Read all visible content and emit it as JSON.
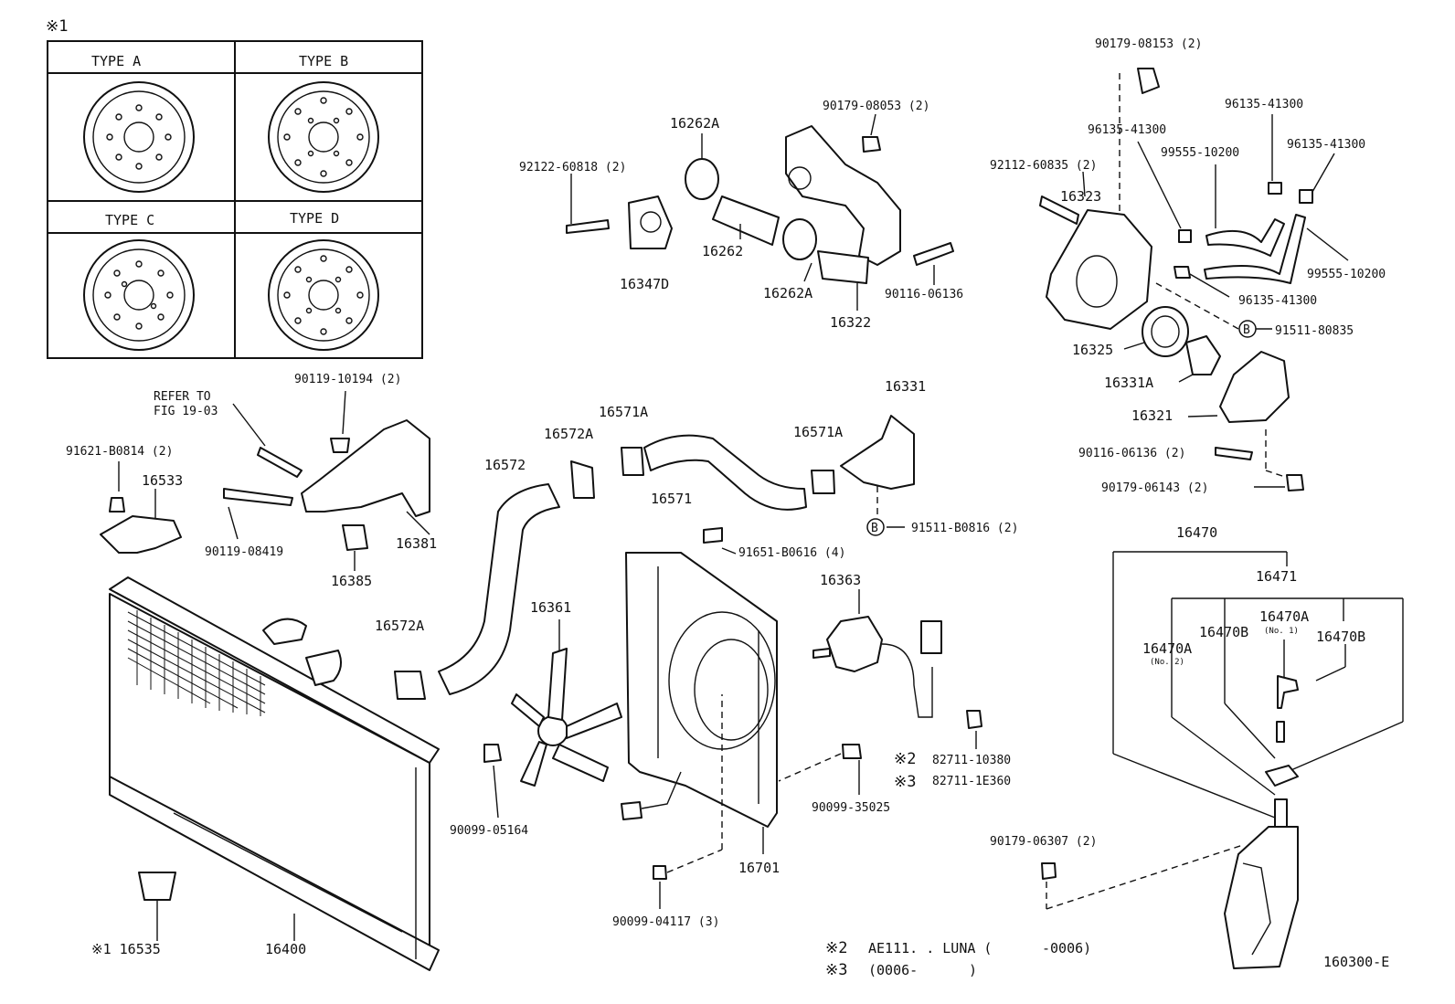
{
  "type_box": {
    "note": "※1",
    "types": [
      "TYPE A",
      "TYPE B",
      "TYPE C",
      "TYPE D"
    ]
  },
  "labels": {
    "p90179_08153": "90179-08153 (2)",
    "p96135_41300_a": "96135-41300",
    "p96135_41300_b": "96135-41300",
    "p96135_41300_c": "96135-41300",
    "p96135_41300_d": "96135-41300",
    "p99555_10200_a": "99555-10200",
    "p99555_10200_b": "99555-10200",
    "p92112_60835": "92112-60835 (2)",
    "p16323": "16323",
    "p91511_80835": "91511-80835",
    "p16325": "16325",
    "p16331A": "16331A",
    "p16321": "16321",
    "p90116_06136_b": "90116-06136 (2)",
    "p90179_06143": "90179-06143 (2)",
    "p16262A_a": "16262A",
    "p16262A_b": "16262A",
    "p90179_08053": "90179-08053 (2)",
    "p92122_60818": "92122-60818 (2)",
    "p16262": "16262",
    "p16347D": "16347D",
    "p90116_06136_a": "90116-06136",
    "p16322": "16322",
    "refer_1": "REFER TO",
    "refer_2": "FIG 19-03",
    "p90119_10194": "90119-10194 (2)",
    "p91621_B0814": "91621-B0814 (2)",
    "p16533": "16533",
    "p90119_08419": "90119-08419",
    "p16385": "16385",
    "p16381": "16381",
    "p16571A_a": "16571A",
    "p16571A_b": "16571A",
    "p16572A_a": "16572A",
    "p16572A_b": "16572A",
    "p16572": "16572",
    "p16571": "16571",
    "p16331": "16331",
    "p91511_B0816": "91511-B0816 (2)",
    "p91651_B0616": "91651-B0616 (4)",
    "p16363": "16363",
    "p16361": "16361",
    "p90099_05164": "90099-05164",
    "p82711_10380": "82711-10380",
    "p82711_1E360": "82711-1E360",
    "note2": "※2",
    "note3": "※3",
    "p90099_35025": "90099-35025",
    "p16701": "16701",
    "p90099_04117": "90099-04117 (3)",
    "p16535": "※1 16535",
    "p16400": "16400",
    "p16470": "16470",
    "p16471": "16471",
    "p16470A_a": "16470A",
    "p16470A_b": "16470A",
    "p16470B_a": "16470B",
    "p16470B_b": "16470B",
    "no1": "(No. 1)",
    "no2": "(No. 2)",
    "p90179_06307": "90179-06307 (2)",
    "bolt_b1": "B",
    "bolt_b2": "B"
  },
  "footnotes": {
    "note2_mark": "※2",
    "note2_text": "AE111. . LUNA (",
    "note2_end": "-0006)",
    "note3_mark": "※3",
    "note3_text": "(0006-",
    "note3_end": ")"
  },
  "figure_id": "160300-E"
}
